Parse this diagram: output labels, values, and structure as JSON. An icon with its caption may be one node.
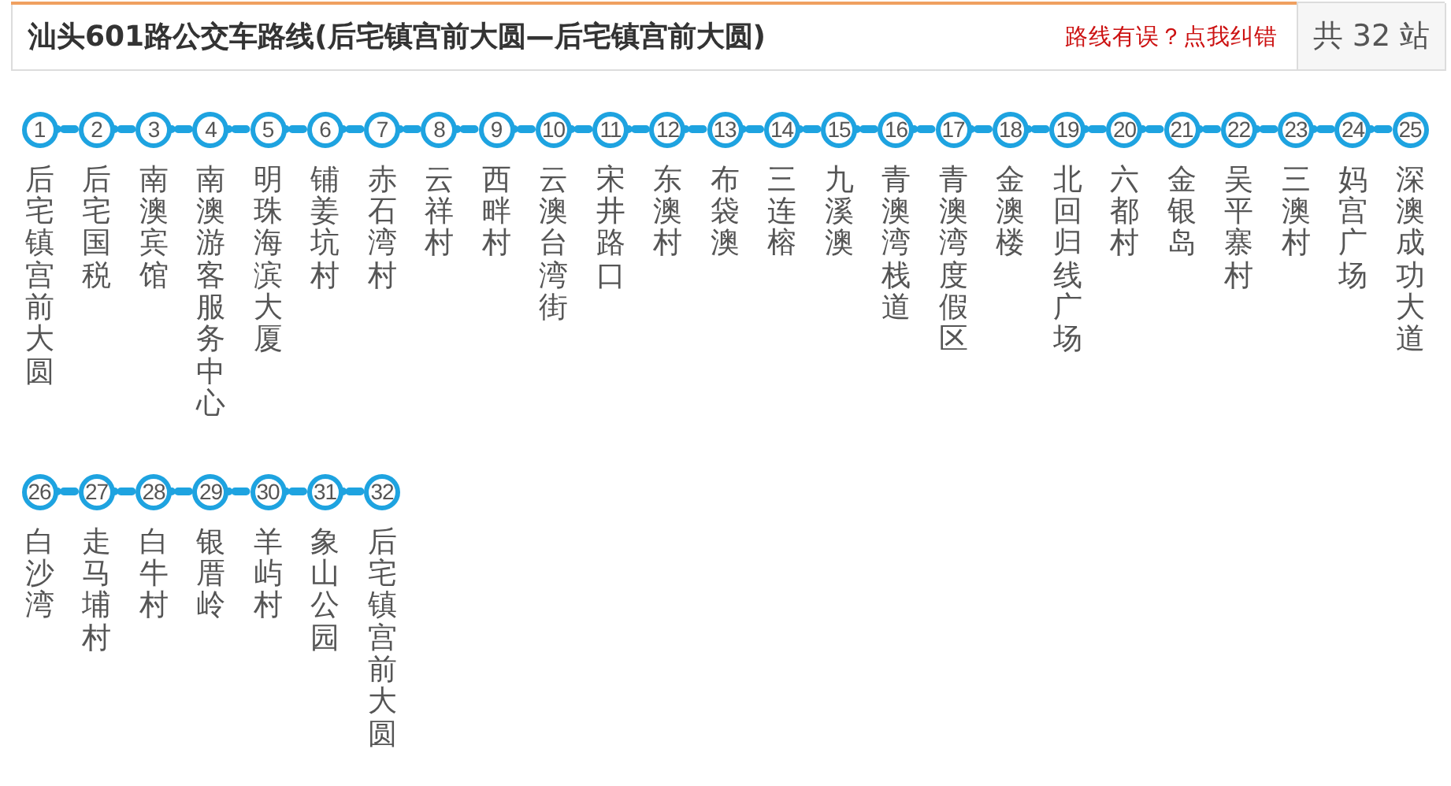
{
  "diagram": {
    "title": "汕头601路公交车路线(后宅镇宫前大圆—后宅镇宫前大圆)",
    "nodes": [
      {
        "text": [
          "1"
        ],
        "beside": [
          "后宅镇宫前大圆"
        ]
      },
      {
        "text": [
          "2"
        ],
        "beside": [
          "后宅国税"
        ]
      },
      {
        "text": [
          "3"
        ],
        "beside": [
          "南澳宾馆"
        ]
      },
      {
        "text": [
          "4"
        ],
        "beside": [
          "南澳游客服务中心"
        ]
      },
      {
        "text": [
          "5"
        ],
        "beside": [
          "明珠海滨大厦"
        ]
      },
      {
        "text": [
          "6"
        ],
        "beside": [
          "铺姜坑村"
        ]
      },
      {
        "text": [
          "7"
        ],
        "beside": [
          "赤石湾村"
        ]
      },
      {
        "text": [
          "8"
        ],
        "beside": [
          "云祥村"
        ]
      },
      {
        "text": [
          "9"
        ],
        "beside": [
          "西畔村"
        ]
      },
      {
        "text": [
          "10"
        ],
        "beside": [
          "云澳台湾街"
        ]
      },
      {
        "text": [
          "11"
        ],
        "beside": [
          "宋井路口"
        ]
      },
      {
        "text": [
          "12"
        ],
        "beside": [
          "东澳村"
        ]
      },
      {
        "text": [
          "13"
        ],
        "beside": [
          "布袋澳"
        ]
      },
      {
        "text": [
          "14"
        ],
        "beside": [
          "三连榕"
        ]
      },
      {
        "text": [
          "15"
        ],
        "beside": [
          "九溪澳"
        ]
      },
      {
        "text": [
          "16"
        ],
        "beside": [
          "青澳湾栈道"
        ]
      },
      {
        "text": [
          "17"
        ],
        "beside": [
          "青澳湾度假区"
        ]
      },
      {
        "text": [
          "18"
        ],
        "beside": [
          "金澳楼"
        ]
      },
      {
        "text": [
          "19"
        ],
        "beside": [
          "北回归线广场"
        ]
      },
      {
        "text": [
          "20"
        ],
        "beside": [
          "六都村"
        ]
      },
      {
        "text": [
          "21"
        ],
        "beside": [
          "金银岛"
        ]
      },
      {
        "text": [
          "22"
        ],
        "beside": [
          "吴平寨村"
        ]
      },
      {
        "text": [
          "23"
        ],
        "beside": [
          "三澳村"
        ]
      },
      {
        "text": [
          "24"
        ],
        "beside": [
          "妈宫广场"
        ]
      },
      {
        "text": [
          "25"
        ],
        "beside": [
          "深澳成功大道"
        ]
      },
      {
        "text": [
          "26"
        ],
        "beside": [
          "白沙湾"
        ]
      },
      {
        "text": [
          "27"
        ],
        "beside": [
          "走马埔村"
        ]
      },
      {
        "text": [
          "28"
        ],
        "beside": [
          "白牛村"
        ]
      },
      {
        "text": [
          "29"
        ],
        "beside": [
          "银厝岭"
        ]
      },
      {
        "text": [
          "30"
        ],
        "beside": [
          "羊屿村"
        ]
      },
      {
        "text": [
          "31"
        ],
        "beside": [
          "象山公园"
        ]
      },
      {
        "text": [
          "32"
        ],
        "beside": [
          "后宅镇宫前大圆"
        ]
      }
    ],
    "edges": [
      {
        "from": 0,
        "to": 1,
        "arrow": "none"
      },
      {
        "from": 1,
        "to": 2,
        "arrow": "none"
      },
      {
        "from": 2,
        "to": 3,
        "arrow": "none"
      },
      {
        "from": 3,
        "to": 4,
        "arrow": "none"
      },
      {
        "from": 4,
        "to": 5,
        "arrow": "none"
      },
      {
        "from": 5,
        "to": 6,
        "arrow": "none"
      },
      {
        "from": 6,
        "to": 7,
        "arrow": "none"
      },
      {
        "from": 7,
        "to": 8,
        "arrow": "none"
      },
      {
        "from": 8,
        "to": 9,
        "arrow": "none"
      },
      {
        "from": 9,
        "to": 10,
        "arrow": "none"
      },
      {
        "from": 10,
        "to": 11,
        "arrow": "none"
      },
      {
        "from": 11,
        "to": 12,
        "arrow": "none"
      },
      {
        "from": 12,
        "to": 13,
        "arrow": "none"
      },
      {
        "from": 13,
        "to": 14,
        "arrow": "none"
      },
      {
        "from": 14,
        "to": 15,
        "arrow": "none"
      },
      {
        "from": 15,
        "to": 16,
        "arrow": "none"
      },
      {
        "from": 16,
        "to": 17,
        "arrow": "none"
      },
      {
        "from": 17,
        "to": 18,
        "arrow": "none"
      },
      {
        "from": 18,
        "to": 19,
        "arrow": "none"
      },
      {
        "from": 19,
        "to": 20,
        "arrow": "none"
      },
      {
        "from": 20,
        "to": 21,
        "arrow": "none"
      },
      {
        "from": 21,
        "to": 22,
        "arrow": "none"
      },
      {
        "from": 22,
        "to": 23,
        "arrow": "none"
      },
      {
        "from": 23,
        "to": 24,
        "arrow": "none"
      },
      {
        "from": 25,
        "to": 26,
        "arrow": "none"
      },
      {
        "from": 26,
        "to": 27,
        "arrow": "none"
      },
      {
        "from": 27,
        "to": 28,
        "arrow": "none"
      },
      {
        "from": 28,
        "to": 29,
        "arrow": "none"
      },
      {
        "from": 29,
        "to": 30,
        "arrow": "none"
      },
      {
        "from": 30,
        "to": 31,
        "arrow": "none"
      }
    ],
    "labels": [
      "路线有误？点我纠错",
      "共 32 站"
    ]
  }
}
